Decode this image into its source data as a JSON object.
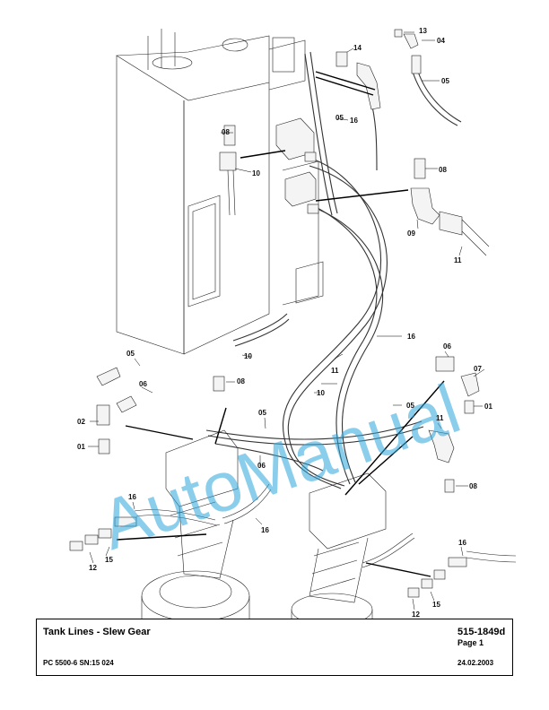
{
  "title_block": {
    "title": "Tank Lines - Slew Gear",
    "machine": "PC 5500-6 SN:15 024",
    "document_number": "515-1849d",
    "page": "Page 1",
    "date": "24.02.2003"
  },
  "watermark": "AutoManual",
  "callouts": {
    "c13": "13",
    "c04a": "04",
    "c14": "14",
    "c05a": "05",
    "c05b": "05",
    "c16a": "16",
    "c08a": "08",
    "c10a": "10",
    "c08b": "08",
    "c09": "09",
    "c11a": "11",
    "c16b": "16",
    "c05c": "05",
    "c10b": "10",
    "c06a": "06",
    "c08c": "08",
    "c11b": "11",
    "c06b": "06",
    "c07": "07",
    "c02": "02",
    "c01a": "01",
    "c10c": "10",
    "c05d": "05",
    "c01b": "01",
    "c11c": "11",
    "c05e": "05",
    "c06c": "06",
    "c08d": "08",
    "c16c": "16",
    "c16d": "16",
    "c15a": "15",
    "c12a": "12",
    "c16e": "16",
    "c15b": "15",
    "c12b": "12"
  }
}
